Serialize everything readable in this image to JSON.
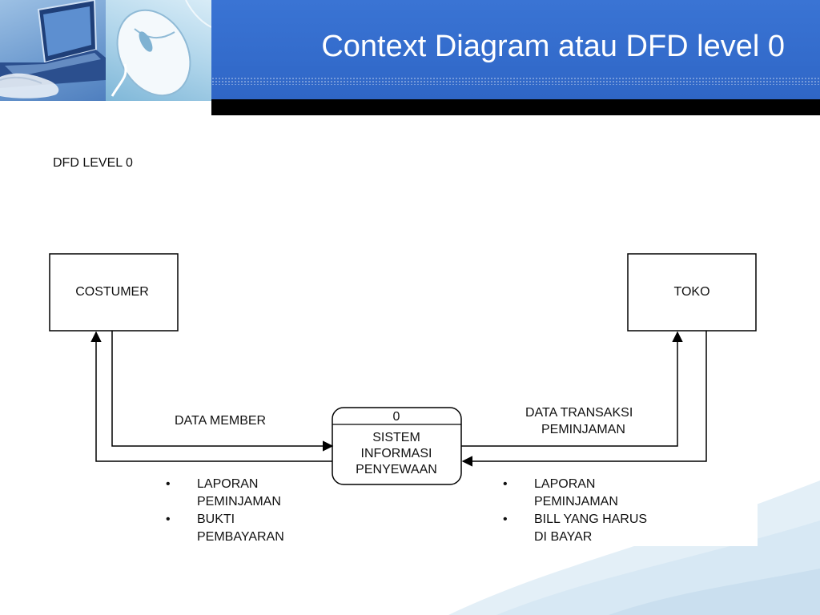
{
  "header": {
    "title": "Context Diagram atau DFD level 0"
  },
  "colors": {
    "banner_blue": "#3a74d4",
    "banner_bar": "#000000",
    "diagram_line": "#000000"
  },
  "diagram": {
    "heading": "DFD LEVEL 0",
    "entities": {
      "customer": "COSTUMER",
      "store": "TOKO"
    },
    "process": {
      "number": "0",
      "label_lines": [
        "SISTEM",
        "INFORMASI",
        "PENYEWAAN"
      ]
    },
    "flows": {
      "data_member": "DATA MEMBER",
      "data_transaksi_lines": [
        "DATA TRANSAKSI",
        "PEMINJAMAN"
      ]
    },
    "outputs_customer": [
      {
        "lines": [
          "LAPORAN",
          "PEMINJAMAN"
        ]
      },
      {
        "lines": [
          "BUKTI",
          "PEMBAYARAN"
        ]
      }
    ],
    "outputs_store": [
      {
        "lines": [
          "LAPORAN",
          "PEMINJAMAN"
        ]
      },
      {
        "lines": [
          "BILL YANG HARUS",
          "DI BAYAR"
        ]
      }
    ],
    "bullet": "•"
  }
}
